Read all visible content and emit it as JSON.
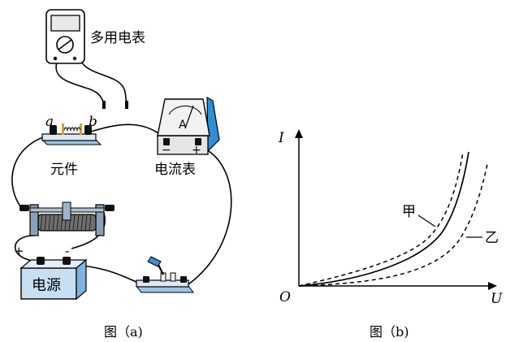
{
  "figure_a": {
    "multimeter_label": "多用电表",
    "component_label": "元件",
    "terminal_a": "a",
    "terminal_b": "b",
    "ammeter_label": "电流表",
    "ammeter_letter": "A",
    "ammeter_minus": "−",
    "ammeter_plus": "+",
    "power_label": "电源",
    "power_plus": "+",
    "power_minus": "-",
    "caption": "图（a)"
  },
  "figure_b": {
    "y_axis_label": "I",
    "x_axis_label": "U",
    "origin_label": "O",
    "curve_jia_label": "甲",
    "curve_yi_label": "乙",
    "caption": "图（b)"
  },
  "colors": {
    "device_blue": "#3b8fd0",
    "panel_light": "#dce9f4",
    "power_box": "#c8dff2",
    "rheostat_steel": "#8aa0b8",
    "coil_dark": "#333333"
  }
}
